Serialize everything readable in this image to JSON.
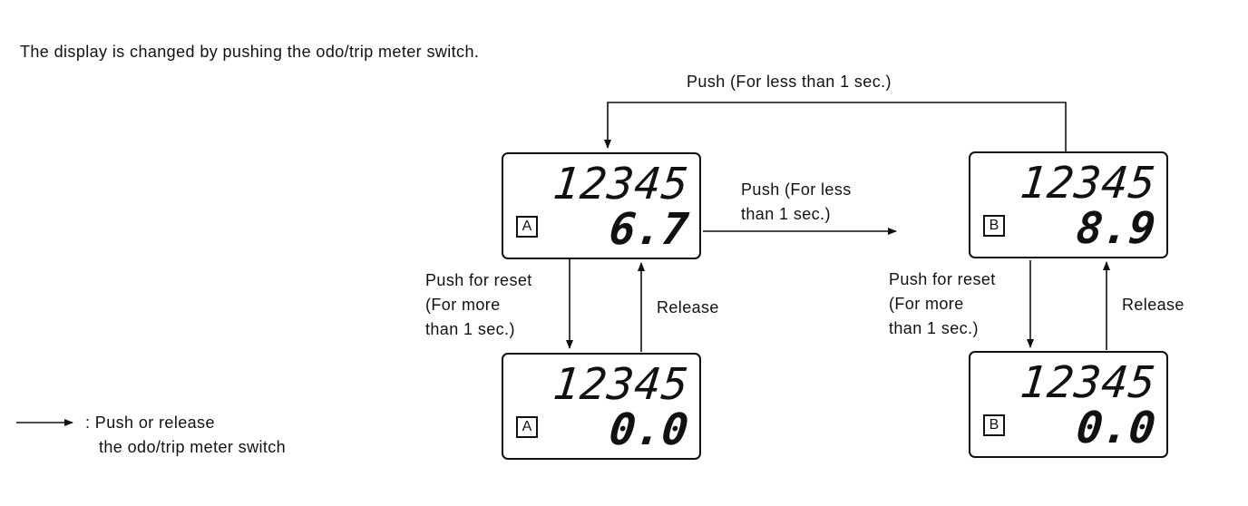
{
  "intro": "The display is changed by pushing the odo/trip meter switch.",
  "labels": {
    "top_push": "Push (For less than 1 sec.)",
    "mid_push_1": "Push (For less",
    "mid_push_2": "than 1 sec.)",
    "reset_1": "Push for reset",
    "reset_2": "(For more",
    "reset_3": "than 1 sec.)",
    "release": "Release"
  },
  "displays": {
    "a_main": {
      "odo": "12345",
      "trip_tag": "A",
      "trip": "6.7"
    },
    "b_main": {
      "odo": "12345",
      "trip_tag": "B",
      "trip": "8.9"
    },
    "a_reset": {
      "odo": "12345",
      "trip_tag": "A",
      "trip": "0.0"
    },
    "b_reset": {
      "odo": "12345",
      "trip_tag": "B",
      "trip": "0.0"
    }
  },
  "legend": {
    "line1": ": Push or release",
    "line2": "the odo/trip meter switch"
  }
}
